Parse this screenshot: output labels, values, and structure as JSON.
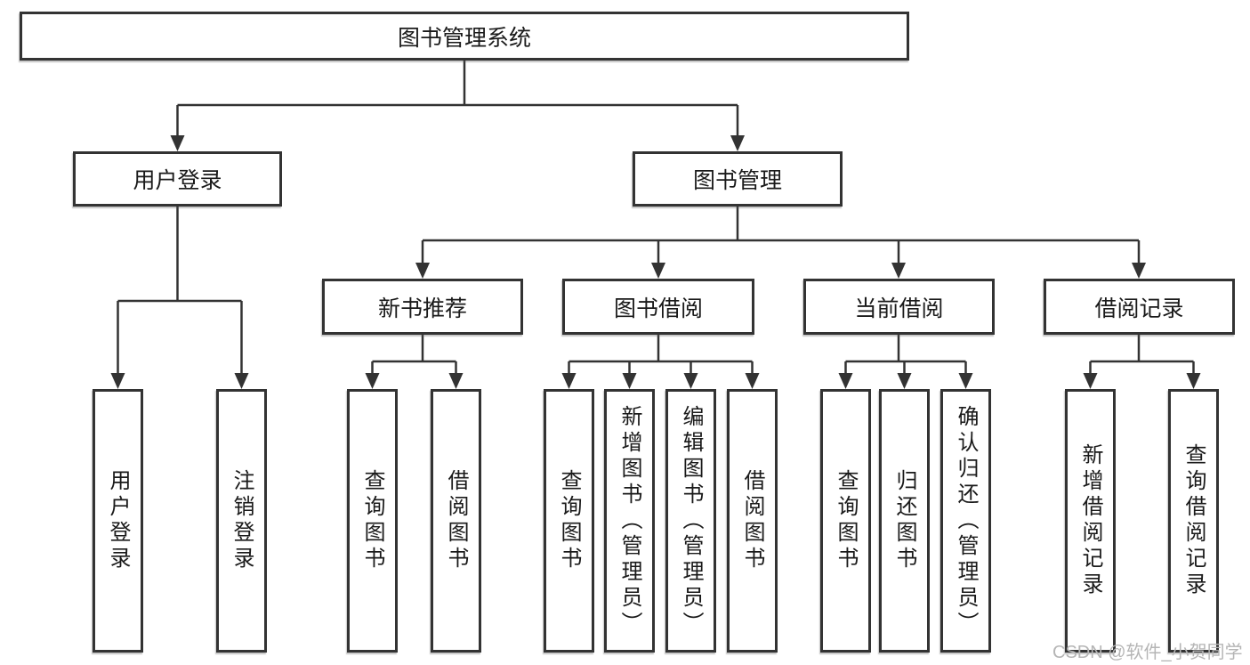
{
  "diagram": {
    "root": {
      "label": "图书管理系统"
    },
    "level2": [
      {
        "label": "用户登录"
      },
      {
        "label": "图书管理"
      }
    ],
    "level3": [
      {
        "label": "新书推荐",
        "parent": "图书管理"
      },
      {
        "label": "图书借阅",
        "parent": "图书管理"
      },
      {
        "label": "当前借阅",
        "parent": "图书管理"
      },
      {
        "label": "借阅记录",
        "parent": "图书管理"
      }
    ],
    "leaves": [
      {
        "label": "用户登录",
        "parent": "用户登录"
      },
      {
        "label": "注销登录",
        "parent": "用户登录"
      },
      {
        "label": "查询图书",
        "parent": "新书推荐"
      },
      {
        "label": "借阅图书",
        "parent": "新书推荐"
      },
      {
        "label": "查询图书",
        "parent": "图书借阅"
      },
      {
        "label": "新增图书（管理员）",
        "parent": "图书借阅"
      },
      {
        "label": "编辑图书（管理员）",
        "parent": "图书借阅"
      },
      {
        "label": "借阅图书",
        "parent": "图书借阅"
      },
      {
        "label": "查询图书",
        "parent": "当前借阅"
      },
      {
        "label": "归还图书",
        "parent": "当前借阅"
      },
      {
        "label": "确认归还（管理员）",
        "parent": "当前借阅"
      },
      {
        "label": "新增借阅记录",
        "parent": "借阅记录"
      },
      {
        "label": "查询借阅记录",
        "parent": "借阅记录"
      }
    ],
    "watermark": "CSDN @软件_小贺同学",
    "colors": {
      "line": "#333333",
      "text": "#1a1a1a",
      "background": "#ffffff",
      "watermark": "#b5b5b5"
    }
  }
}
